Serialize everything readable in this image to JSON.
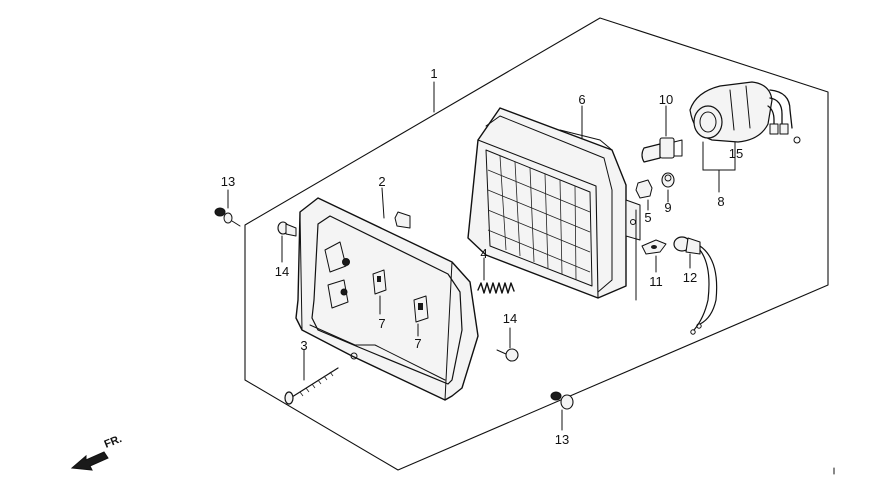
{
  "callouts": {
    "c1": "1",
    "c2": "2",
    "c3": "3",
    "c4": "4",
    "c5": "5",
    "c6": "6",
    "c7a": "7",
    "c7b": "7",
    "c8": "8",
    "c9": "9",
    "c10": "10",
    "c11": "11",
    "c12": "12",
    "c13a": "13",
    "c13b": "13",
    "c14a": "14",
    "c14b": "14",
    "c15": "15"
  },
  "direction": {
    "label": "FR."
  },
  "colors": {
    "ink": "#111111",
    "background": "#ffffff"
  }
}
